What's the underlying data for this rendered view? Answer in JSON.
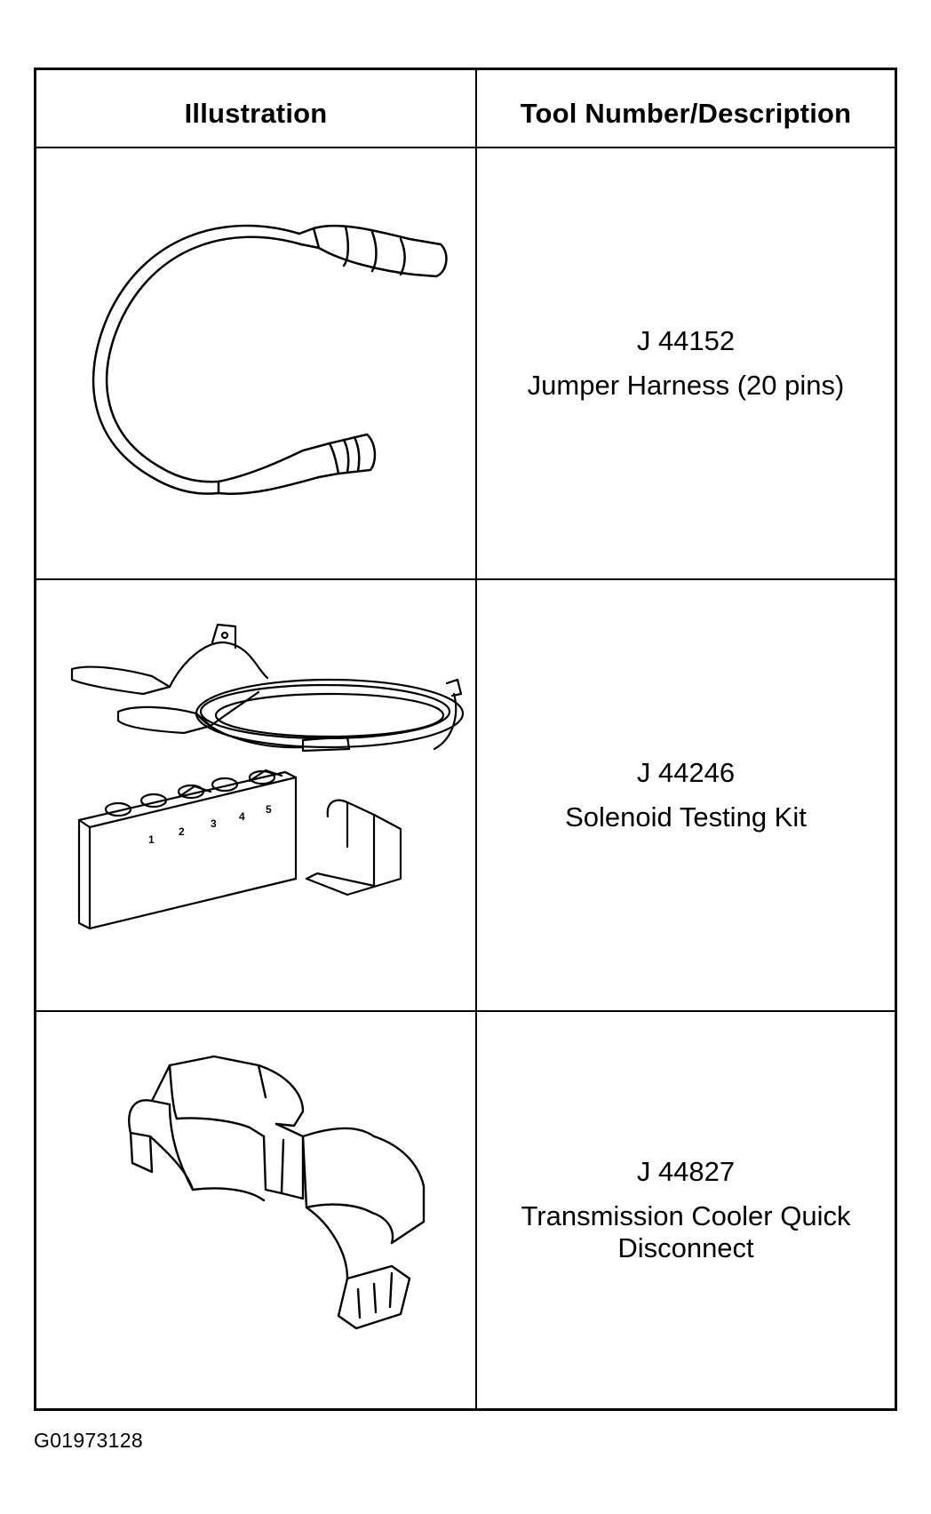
{
  "table": {
    "headers": {
      "illustration": "Illustration",
      "tool": "Tool Number/Description"
    },
    "rows": [
      {
        "number": "J 44152",
        "description": "Jumper Harness (20 pins)",
        "icon": "jumper-harness-illustration"
      },
      {
        "number": "J 44246",
        "description": "Solenoid Testing Kit",
        "icon": "solenoid-testing-kit-illustration",
        "block_labels": [
          "1",
          "2",
          "3",
          "4",
          "5"
        ]
      },
      {
        "number": "J 44827",
        "description": "Transmission Cooler Quick Disconnect",
        "icon": "cooler-quick-disconnect-illustration"
      }
    ]
  },
  "figure_id": "G01973128"
}
